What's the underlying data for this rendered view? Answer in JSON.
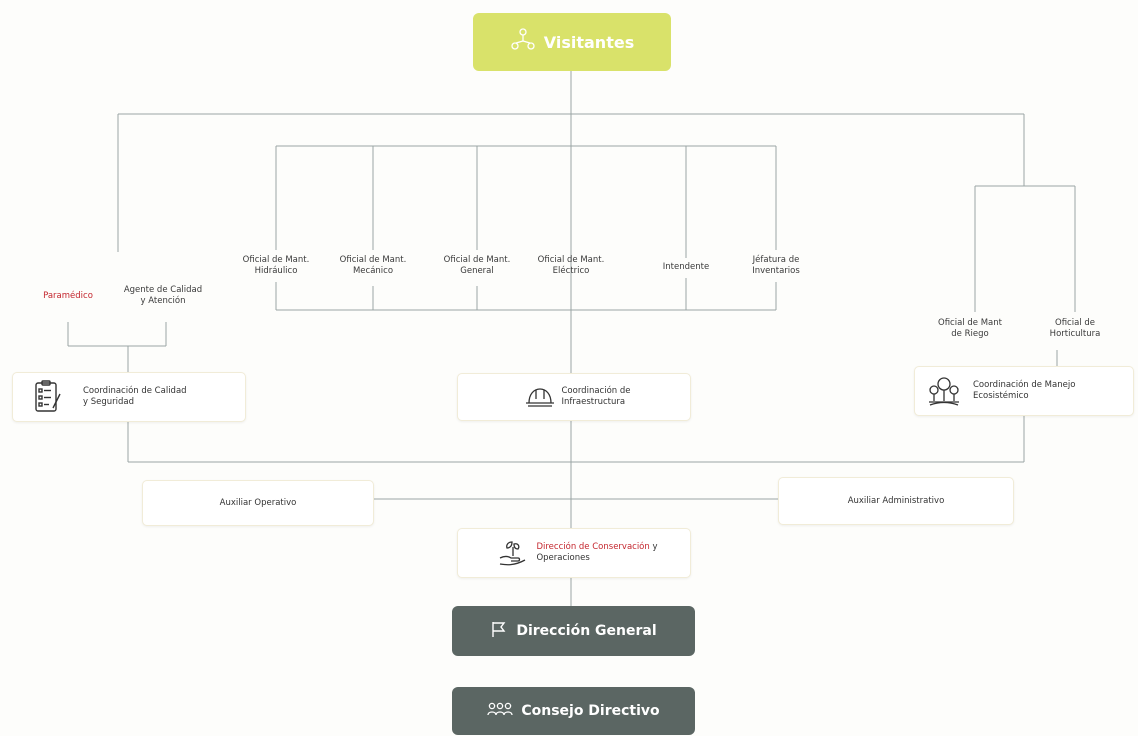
{
  "top": {
    "label": "Visitantes",
    "icon": "network-people-icon",
    "color": "#d9e26a"
  },
  "left_branch": {
    "paramedico": "Paramédico",
    "agente": [
      "Agente de Calidad",
      "y Atención"
    ],
    "coordinacion": [
      "Coordinación de Calidad",
      "y Seguridad"
    ]
  },
  "center_branch": {
    "oficiales": [
      [
        "Oficial de Mant.",
        "Hidráulico"
      ],
      [
        "Oficial de Mant.",
        "Mecánico"
      ],
      [
        "Oficial de Mant.",
        "General"
      ],
      [
        "Oficial de Mant.",
        "Eléctrico"
      ],
      [
        "Intendente",
        ""
      ],
      [
        "Jéfatura de",
        "Inventarios"
      ]
    ],
    "coordinacion": [
      "Coordinación de",
      "Infraestructura"
    ]
  },
  "right_branch": {
    "riego": [
      "Oficial de Mant",
      "de Riego"
    ],
    "horticultura": [
      "Oficial de",
      "Horticultura"
    ],
    "coordinacion": [
      "Coordinación de Manejo",
      "Ecosistémico"
    ]
  },
  "auxiliares": {
    "operativo": "Auxiliar Operativo",
    "administrativo": "Auxiliar Administrativo"
  },
  "direccion_conservacion": {
    "red_part": "Dirección de Conservación",
    "rest": " y",
    "line2": "Operaciones"
  },
  "direccion_general": {
    "label": "Dirección General",
    "color": "#5b6663"
  },
  "consejo": {
    "label": "Consejo Directivo",
    "color": "#5b6663"
  },
  "colors": {
    "line": "#8e9a9a",
    "accent_red": "#c4262e",
    "card_border": "#f1ecd8"
  }
}
